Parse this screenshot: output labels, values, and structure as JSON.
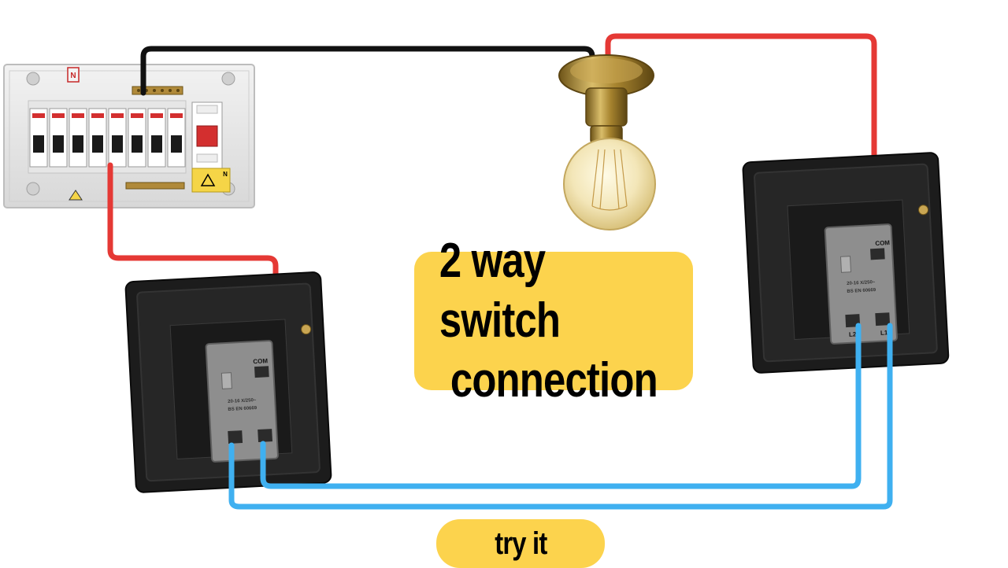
{
  "diagram": {
    "title_line1": "2 way switch",
    "title_line2": "connection",
    "cta_label": "try it",
    "panel_neutral_tag": "N",
    "panel_rcd_tag": "N",
    "switch1_com_label": "COM",
    "switch2_com_label": "COM",
    "switch2_l1_label": "L1",
    "switch2_l2_label": "L2",
    "switch_rating_text": "20-16 X/250~",
    "switch_standard_text": "BS EN 60669"
  },
  "colors": {
    "live_wire": "#e53935",
    "neutral_wire": "#111111",
    "strapper_wire": "#3fb0f0",
    "banner": "#fcd34d",
    "plate": "#1c1c1c",
    "module": "#8e8e8e",
    "brass": "#b08a3a"
  },
  "icons": [
    "consumer-unit-icon",
    "light-bulb-icon",
    "switch-plate-icon"
  ]
}
